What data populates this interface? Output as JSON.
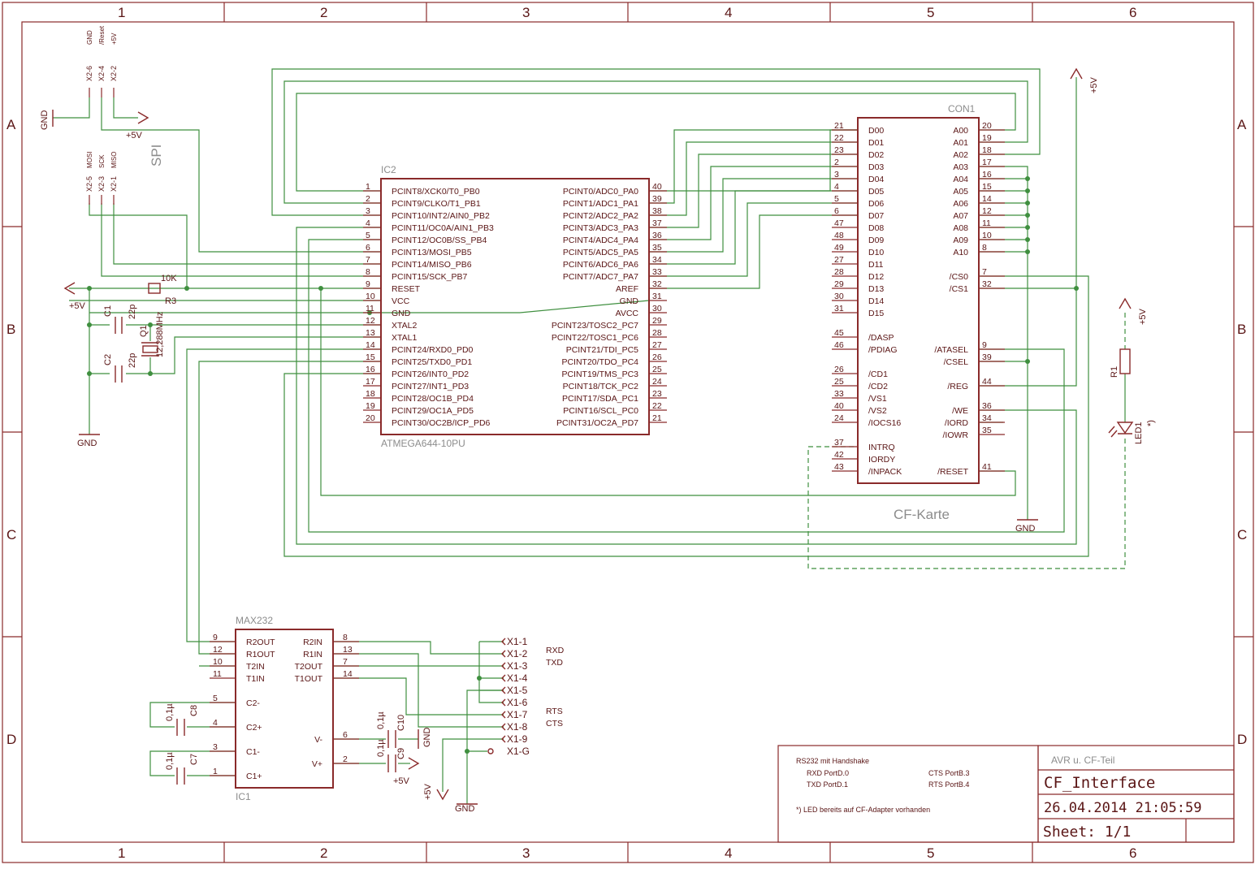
{
  "frame": {
    "col_labels": [
      "1",
      "2",
      "3",
      "4",
      "5",
      "6"
    ],
    "row_labels": [
      "A",
      "B",
      "C",
      "D"
    ]
  },
  "ic2": {
    "name": "IC2",
    "value": "ATMEGA644-10PU",
    "left_pins": [
      {
        "num": "1",
        "label": "PCINT8/XCK0/T0_PB0"
      },
      {
        "num": "2",
        "label": "PCINT9/CLKO/T1_PB1"
      },
      {
        "num": "3",
        "label": "PCINT10/INT2/AIN0_PB2"
      },
      {
        "num": "4",
        "label": "PCINT11/OC0A/AIN1_PB3"
      },
      {
        "num": "5",
        "label": "PCINT12/OC0B/SS_PB4"
      },
      {
        "num": "6",
        "label": "PCINT13/MOSI_PB5"
      },
      {
        "num": "7",
        "label": "PCINT14/MISO_PB6"
      },
      {
        "num": "8",
        "label": "PCINT15/SCK_PB7"
      },
      {
        "num": "9",
        "label": "RESET"
      },
      {
        "num": "10",
        "label": "VCC"
      },
      {
        "num": "11",
        "label": "GND"
      },
      {
        "num": "12",
        "label": "XTAL2"
      },
      {
        "num": "13",
        "label": "XTAL1"
      },
      {
        "num": "14",
        "label": "PCINT24/RXD0_PD0"
      },
      {
        "num": "15",
        "label": "PCINT25/TXD0_PD1"
      },
      {
        "num": "16",
        "label": "PCINT26/INT0_PD2"
      },
      {
        "num": "17",
        "label": "PCINT27/INT1_PD3"
      },
      {
        "num": "18",
        "label": "PCINT28/OC1B_PD4"
      },
      {
        "num": "19",
        "label": "PCINT29/OC1A_PD5"
      },
      {
        "num": "20",
        "label": "PCINT30/OC2B/ICP_PD6"
      }
    ],
    "right_pins": [
      {
        "num": "40",
        "label": "PCINT0/ADC0_PA0"
      },
      {
        "num": "39",
        "label": "PCINT1/ADC1_PA1"
      },
      {
        "num": "38",
        "label": "PCINT2/ADC2_PA2"
      },
      {
        "num": "37",
        "label": "PCINT3/ADC3_PA3"
      },
      {
        "num": "36",
        "label": "PCINT4/ADC4_PA4"
      },
      {
        "num": "35",
        "label": "PCINT5/ADC5_PA5"
      },
      {
        "num": "34",
        "label": "PCINT6/ADC6_PA6"
      },
      {
        "num": "33",
        "label": "PCINT7/ADC7_PA7"
      },
      {
        "num": "32",
        "label": "AREF"
      },
      {
        "num": "31",
        "label": "GND"
      },
      {
        "num": "30",
        "label": "AVCC"
      },
      {
        "num": "29",
        "label": "PCINT23/TOSC2_PC7"
      },
      {
        "num": "28",
        "label": "PCINT22/TOSC1_PC6"
      },
      {
        "num": "27",
        "label": "PCINT21/TDI_PC5"
      },
      {
        "num": "26",
        "label": "PCINT20/TDO_PC4"
      },
      {
        "num": "25",
        "label": "PCINT19/TMS_PC3"
      },
      {
        "num": "24",
        "label": "PCINT18/TCK_PC2"
      },
      {
        "num": "23",
        "label": "PCINT17/SDA_PC1"
      },
      {
        "num": "22",
        "label": "PCINT16/SCL_PC0"
      },
      {
        "num": "21",
        "label": "PCINT31/OC2A_PD7"
      }
    ]
  },
  "con1": {
    "name": "CON1",
    "value": "CF-Karte",
    "left_pins": [
      {
        "num": "21",
        "label": "D00"
      },
      {
        "num": "22",
        "label": "D01"
      },
      {
        "num": "23",
        "label": "D02"
      },
      {
        "num": "2",
        "label": "D03"
      },
      {
        "num": "3",
        "label": "D04"
      },
      {
        "num": "4",
        "label": "D05"
      },
      {
        "num": "5",
        "label": "D06"
      },
      {
        "num": "6",
        "label": "D07"
      },
      {
        "num": "47",
        "label": "D08"
      },
      {
        "num": "48",
        "label": "D09"
      },
      {
        "num": "49",
        "label": "D10"
      },
      {
        "num": "27",
        "label": "D11"
      },
      {
        "num": "28",
        "label": "D12"
      },
      {
        "num": "29",
        "label": "D13"
      },
      {
        "num": "30",
        "label": "D14"
      },
      {
        "num": "31",
        "label": "D15"
      },
      {
        "num": "",
        "label": ""
      },
      {
        "num": "45",
        "label": "/DASP"
      },
      {
        "num": "46",
        "label": "/PDIAG"
      },
      {
        "num": "",
        "label": ""
      },
      {
        "num": "26",
        "label": "/CD1"
      },
      {
        "num": "25",
        "label": "/CD2"
      },
      {
        "num": "33",
        "label": "/VS1"
      },
      {
        "num": "40",
        "label": "/VS2"
      },
      {
        "num": "24",
        "label": "/IOCS16"
      },
      {
        "num": "",
        "label": ""
      },
      {
        "num": "37",
        "label": "INTRQ"
      },
      {
        "num": "42",
        "label": "IORDY"
      },
      {
        "num": "43",
        "label": "/INPACK"
      }
    ],
    "right_pins": [
      {
        "num": "20",
        "label": "A00"
      },
      {
        "num": "19",
        "label": "A01"
      },
      {
        "num": "18",
        "label": "A02"
      },
      {
        "num": "17",
        "label": "A03"
      },
      {
        "num": "16",
        "label": "A04"
      },
      {
        "num": "15",
        "label": "A05"
      },
      {
        "num": "14",
        "label": "A06"
      },
      {
        "num": "12",
        "label": "A07"
      },
      {
        "num": "11",
        "label": "A08"
      },
      {
        "num": "10",
        "label": "A09"
      },
      {
        "num": "8",
        "label": "A10"
      },
      {
        "num": "",
        "label": ""
      },
      {
        "num": "7",
        "label": "/CS0"
      },
      {
        "num": "32",
        "label": "/CS1"
      },
      {
        "num": "",
        "label": ""
      },
      {
        "num": "",
        "label": ""
      },
      {
        "num": "",
        "label": ""
      },
      {
        "num": "",
        "label": ""
      },
      {
        "num": "9",
        "label": "/ATASEL"
      },
      {
        "num": "39",
        "label": "/CSEL"
      },
      {
        "num": "",
        "label": ""
      },
      {
        "num": "44",
        "label": "/REG"
      },
      {
        "num": "",
        "label": ""
      },
      {
        "num": "36",
        "label": "/WE"
      },
      {
        "num": "34",
        "label": "/IORD"
      },
      {
        "num": "35",
        "label": "/IOWR"
      },
      {
        "num": "",
        "label": ""
      },
      {
        "num": "",
        "label": ""
      },
      {
        "num": "41",
        "label": "/RESET"
      }
    ]
  },
  "ic1": {
    "name": "MAX232",
    "ref": "IC1",
    "left_pins": [
      {
        "num": "9",
        "label": "R2OUT"
      },
      {
        "num": "12",
        "label": "R1OUT"
      },
      {
        "num": "10",
        "label": "T2IN"
      },
      {
        "num": "11",
        "label": "T1IN"
      },
      {
        "num": "5",
        "label": "C2-"
      },
      {
        "num": "4",
        "label": "C2+"
      },
      {
        "num": "3",
        "label": "C1-"
      },
      {
        "num": "1",
        "label": "C1+"
      }
    ],
    "right_pins": [
      {
        "num": "8",
        "label": "R2IN"
      },
      {
        "num": "13",
        "label": "R1IN"
      },
      {
        "num": "7",
        "label": "T2OUT"
      },
      {
        "num": "14",
        "label": "T1OUT"
      },
      {
        "num": "6",
        "label": "V-"
      },
      {
        "num": "2",
        "label": "V+"
      }
    ]
  },
  "x1": {
    "pins": [
      "X1-1",
      "X1-2",
      "X1-3",
      "X1-4",
      "X1-5",
      "X1-6",
      "X1-7",
      "X1-8",
      "X1-9",
      "X1-G"
    ],
    "signals": {
      "rxd": "RXD",
      "txd": "TXD",
      "rts": "RTS",
      "cts": "CTS"
    }
  },
  "spi": {
    "label": "SPI",
    "top_pins": [
      "X2-6",
      "X2-4",
      "X2-2"
    ],
    "top_signals": [
      "GND",
      "/Reset",
      "+5V"
    ],
    "bot_pins": [
      "X2-5",
      "X2-3",
      "X2-1"
    ],
    "bot_signals": [
      "MOSI",
      "SCK",
      "MISO"
    ]
  },
  "parts": {
    "r3_name": "R3",
    "r3_value": "10K",
    "c1_name": "C1",
    "c1_value": "22p",
    "c2_name": "C2",
    "c2_value": "22p",
    "q1_name": "Q1",
    "q1_value": "12,288MHz",
    "c7_name": "C7",
    "c7_value": "0,1µ",
    "c8_name": "C8",
    "c8_value": "0,1µ",
    "c9_name": "C9",
    "c9_value": "0,1µ",
    "c10_name": "C10",
    "c10_value": "0,1µ",
    "r1_name": "R1",
    "led1_name": "LED1",
    "led1_mark": "*)"
  },
  "power": {
    "gnd": "GND",
    "vcc": "+5V"
  },
  "notes": {
    "title": "RS232 mit Handshake",
    "rxd": "RXD PortD.0",
    "txd": "TXD PortD.1",
    "cts": "CTS PortB.3",
    "rts": "RTS PortB.4",
    "led": "*)  LED bereits auf CF-Adapter vorhanden"
  },
  "titleblock": {
    "project": "AVR u. CF-Teil",
    "name": "CF_Interface",
    "date": "26.04.2014 21:05:59",
    "sheet": "Sheet: 1/1"
  }
}
